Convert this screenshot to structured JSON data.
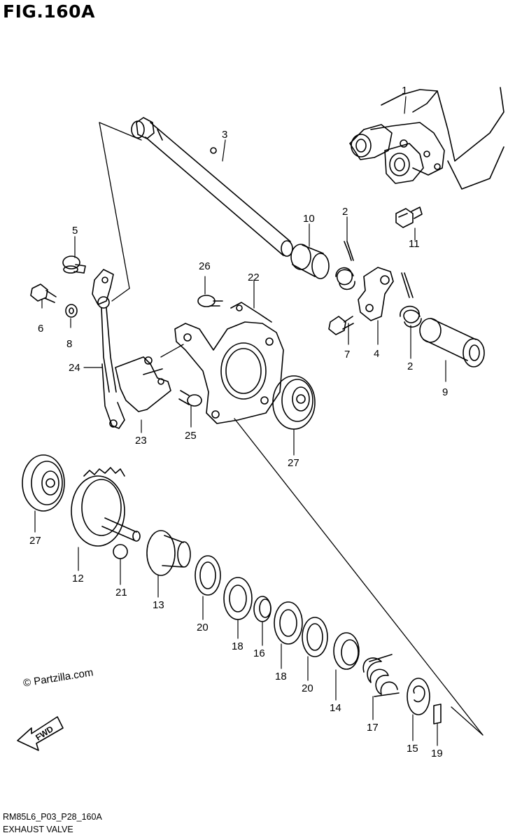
{
  "figure": {
    "title": "FIG.160A",
    "code": "RM85L6_P03_P28_160A",
    "name": "EXHAUST VALVE",
    "copyright": "© Partzilla.com",
    "fwd_label": "FWD"
  },
  "callouts": {
    "c1": "1",
    "c2a": "2",
    "c2b": "2",
    "c3": "3",
    "c4": "4",
    "c5": "5",
    "c6": "6",
    "c7": "7",
    "c8": "8",
    "c9": "9",
    "c10": "10",
    "c11": "11",
    "c12": "12",
    "c13": "13",
    "c14": "14",
    "c15": "15",
    "c16": "16",
    "c17": "17",
    "c18a": "18",
    "c18b": "18",
    "c19": "19",
    "c20a": "20",
    "c20b": "20",
    "c21": "21",
    "c22": "22",
    "c23": "23",
    "c24": "24",
    "c25": "25",
    "c26": "26",
    "c27a": "27",
    "c27b": "27"
  }
}
